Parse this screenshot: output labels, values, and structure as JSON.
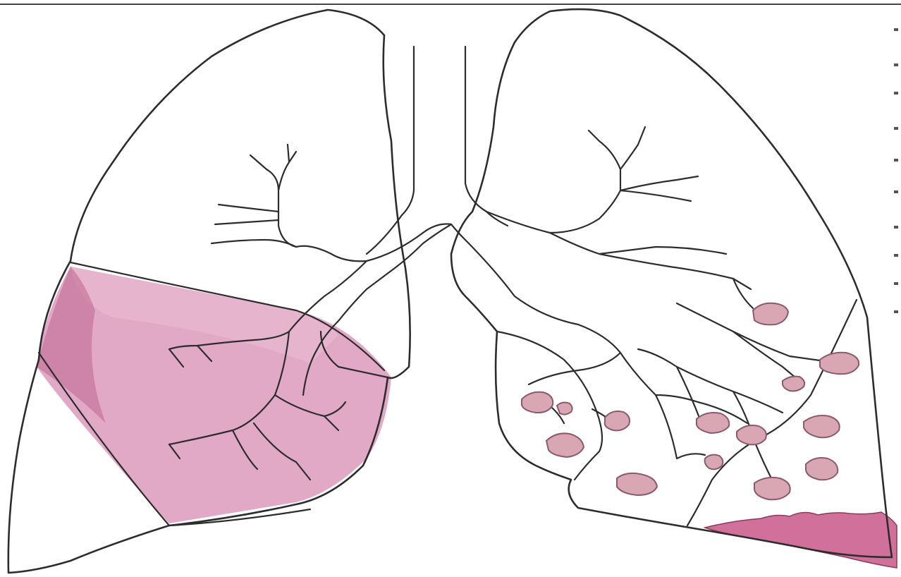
{
  "figure": {
    "title": "",
    "colors": {
      "outline": "#2d2d2d",
      "lobar_consolidation": "#d991b6",
      "nodule_fill": "#d9a6b4",
      "basal_consolidation": "#c9588a",
      "background": "#ffffff"
    },
    "structures": [
      "right-lung-outline",
      "left-lung-outline",
      "trachea",
      "bronchial-tree",
      "right-lower-lobe-consolidation",
      "left-lung-nodules",
      "left-basal-consolidation"
    ],
    "nodule_count": 14
  }
}
